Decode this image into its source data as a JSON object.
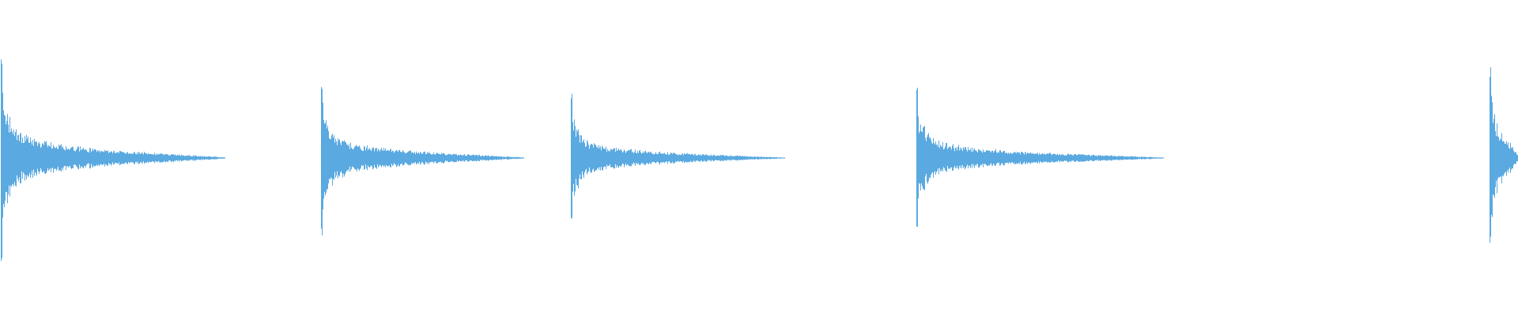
{
  "waveform": {
    "color": "#5aa9e0",
    "background": "#ffffff",
    "track_length_fraction_visible": 1.0,
    "hits": [
      {
        "onset": 0.0005,
        "peak_amplitude": 0.82,
        "tail_length": 0.148
      },
      {
        "onset": 0.2115,
        "peak_amplitude": 0.62,
        "tail_length": 0.134
      },
      {
        "onset": 0.376,
        "peak_amplitude": 0.52,
        "tail_length": 0.141
      },
      {
        "onset": 0.6035,
        "peak_amplitude": 0.6,
        "tail_length": 0.163
      },
      {
        "onset": 0.9815,
        "peak_amplitude": 0.72,
        "tail_length": 0.019
      }
    ]
  }
}
